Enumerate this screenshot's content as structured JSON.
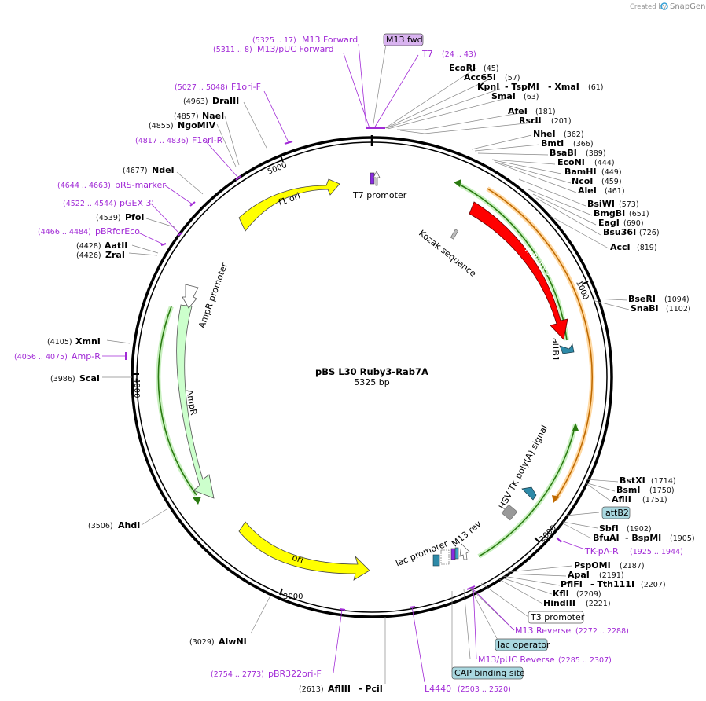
{
  "app": {
    "credit_prefix": "Created by",
    "brand": "SnapGene"
  },
  "plasmid": {
    "name": "pBS L30 Ruby3-Rab7A",
    "size": "5325 bp"
  },
  "ruler": [
    "1000",
    "2000",
    "3000",
    "4000",
    "5000"
  ],
  "sites": [
    {
      "name": "EcoRI",
      "pos": "(45)"
    },
    {
      "name": "Acc65I",
      "pos": "(57)"
    },
    {
      "name": "KpnI",
      "sep1": "- TspMI",
      "sep2": "- XmaI",
      "pos": "(61)"
    },
    {
      "name": "SmaI",
      "pos": "(63)"
    },
    {
      "name": "AfeI",
      "pos": "(181)"
    },
    {
      "name": "RsrII",
      "pos": "(201)"
    },
    {
      "name": "NheI",
      "pos": "(362)"
    },
    {
      "name": "BmtI",
      "pos": "(366)"
    },
    {
      "name": "BsaBI",
      "pos": "(389)"
    },
    {
      "name": "EcoNI",
      "pos": "(444)"
    },
    {
      "name": "BamHI",
      "pos": "(449)"
    },
    {
      "name": "NcoI",
      "pos": "(459)"
    },
    {
      "name": "AleI",
      "pos": "(461)"
    },
    {
      "name": "BsiWI",
      "pos": "(573)"
    },
    {
      "name": "BmgBI",
      "pos": "(651)"
    },
    {
      "name": "EagI",
      "pos": "(690)"
    },
    {
      "name": "Bsu36I",
      "pos": "(726)"
    },
    {
      "name": "AccI",
      "pos": "(819)"
    },
    {
      "name": "BseRI",
      "pos": "(1094)"
    },
    {
      "name": "SnaBI",
      "pos": "(1102)"
    },
    {
      "name": "BstXI",
      "pos": "(1714)"
    },
    {
      "name": "BsmI",
      "pos": "(1750)"
    },
    {
      "name": "AflII",
      "pos": "(1751)"
    },
    {
      "name": "SbfI",
      "pos": "(1902)"
    },
    {
      "name": "BfuAI",
      "sep1": "- BspMI",
      "pos": "(1905)"
    },
    {
      "name": "PspOMI",
      "pos": "(2187)"
    },
    {
      "name": "ApaI",
      "pos": "(2191)"
    },
    {
      "name": "PflFI",
      "sep1": "- Tth111I",
      "pos": "(2207)"
    },
    {
      "name": "KflI",
      "pos": "(2209)"
    },
    {
      "name": "HindIII",
      "pos": "(2221)"
    },
    {
      "name": "AflIII",
      "sep1": "- PciI",
      "pos": "(2613)"
    },
    {
      "name": "AlwNI",
      "pos": "(3029)"
    },
    {
      "name": "AhdI",
      "pos": "(3506)"
    },
    {
      "name": "ScaI",
      "pos": "(3986)"
    },
    {
      "name": "XmnI",
      "pos": "(4105)"
    },
    {
      "name": "ZraI",
      "pos": "(4426)"
    },
    {
      "name": "AatII",
      "pos": "(4428)"
    },
    {
      "name": "PfoI",
      "pos": "(4539)"
    },
    {
      "name": "NdeI",
      "pos": "(4677)"
    },
    {
      "name": "NgoMIV",
      "pos": "(4855)"
    },
    {
      "name": "NaeI",
      "pos": "(4857)"
    },
    {
      "name": "DraIII",
      "pos": "(4963)"
    }
  ],
  "primers": [
    {
      "name": "M13 Forward",
      "pos": "(5325 .. 17)"
    },
    {
      "name": "M13/pUC Forward",
      "pos": "(5311 .. 8)"
    },
    {
      "name": "T7",
      "pos": "(24 .. 43)"
    },
    {
      "name": "F1ori-F",
      "pos": "(5027 .. 5048)"
    },
    {
      "name": "F1ori-R",
      "pos": "(4817 .. 4836)"
    },
    {
      "name": "pRS-marker",
      "pos": "(4644 .. 4663)"
    },
    {
      "name": "pGEX 3'",
      "pos": "(4522 .. 4544)"
    },
    {
      "name": "pBRforEco",
      "pos": "(4466 .. 4484)"
    },
    {
      "name": "Amp-R",
      "pos": "(4056 .. 4075)"
    },
    {
      "name": "TK-pA-R",
      "pos": "(1925 .. 1944)"
    },
    {
      "name": "M13 Reverse",
      "pos": "(2272 .. 2288)"
    },
    {
      "name": "M13/pUC Reverse",
      "pos": "(2285 .. 2307)"
    },
    {
      "name": "L4440",
      "pos": "(2503 .. 2520)"
    },
    {
      "name": "pBR322ori-F",
      "pos": "(2754 .. 2773)"
    }
  ],
  "boxed_labels": {
    "m13_fwd": "M13 fwd",
    "attb2": "attB2",
    "t3_promoter": "T3 promoter",
    "lac_operator": "lac operator",
    "cap_site": "CAP binding site"
  },
  "features": {
    "f1_ori": "f1 ori",
    "t7_promoter": "T7 promoter",
    "kozak": "Kozak sequence",
    "mruby3": "mRuby3",
    "attb1": "attB1",
    "ampr_promoter": "AmpR promoter",
    "ampr": "AmpR",
    "ori": "ori",
    "hsv": "HSV TK poly(A) signal",
    "lac_promoter": "lac promoter",
    "m13_rev": "M13 rev"
  },
  "colors": {
    "mruby3": "#ff0000",
    "ori": "#ffff00",
    "f1_ori": "#ffff00",
    "ampr": "#ccffcc",
    "primer": "#a12ad6",
    "attb": "#2e8aa8",
    "cap": "#a9d8e0",
    "m13fwd": "#d9b3f0"
  }
}
